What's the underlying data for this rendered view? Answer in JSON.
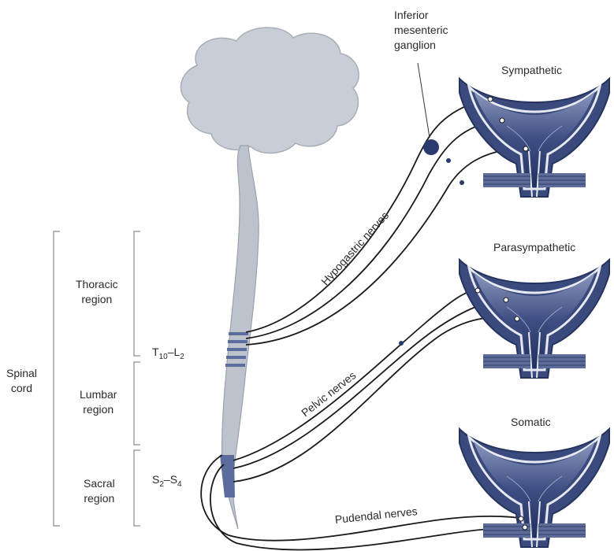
{
  "labels": {
    "ganglion": [
      "Inferior",
      "mesenteric",
      "ganglion"
    ],
    "sympathetic": "Sympathetic",
    "parasympathetic": "Parasympathetic",
    "somatic": "Somatic",
    "spinal_cord": [
      "Spinal",
      "cord"
    ],
    "thoracic": [
      "Thoracic",
      "region"
    ],
    "lumbar": [
      "Lumbar",
      "region"
    ],
    "sacral": [
      "Sacral",
      "region"
    ],
    "t_level": {
      "a": "T",
      "a_sub": "10",
      "dash": "–",
      "b": "L",
      "b_sub": "2"
    },
    "s_level": {
      "a": "S",
      "a_sub": "2",
      "dash": "–",
      "b": "S",
      "b_sub": "4"
    },
    "hypogastric": "Hypogastric nerves",
    "pelvic": "Pelvic nerves",
    "pudendal": "Pudendal nerves"
  },
  "colors": {
    "brain": "#cbd0d6",
    "brain_outline": "#a8aeb5",
    "bladder_dark": "#2b3a6e",
    "bladder_mid": "#5a6a9a",
    "bladder_light": "#d8dde9",
    "nerve": "#1a1a1a",
    "bracket": "#888888"
  }
}
